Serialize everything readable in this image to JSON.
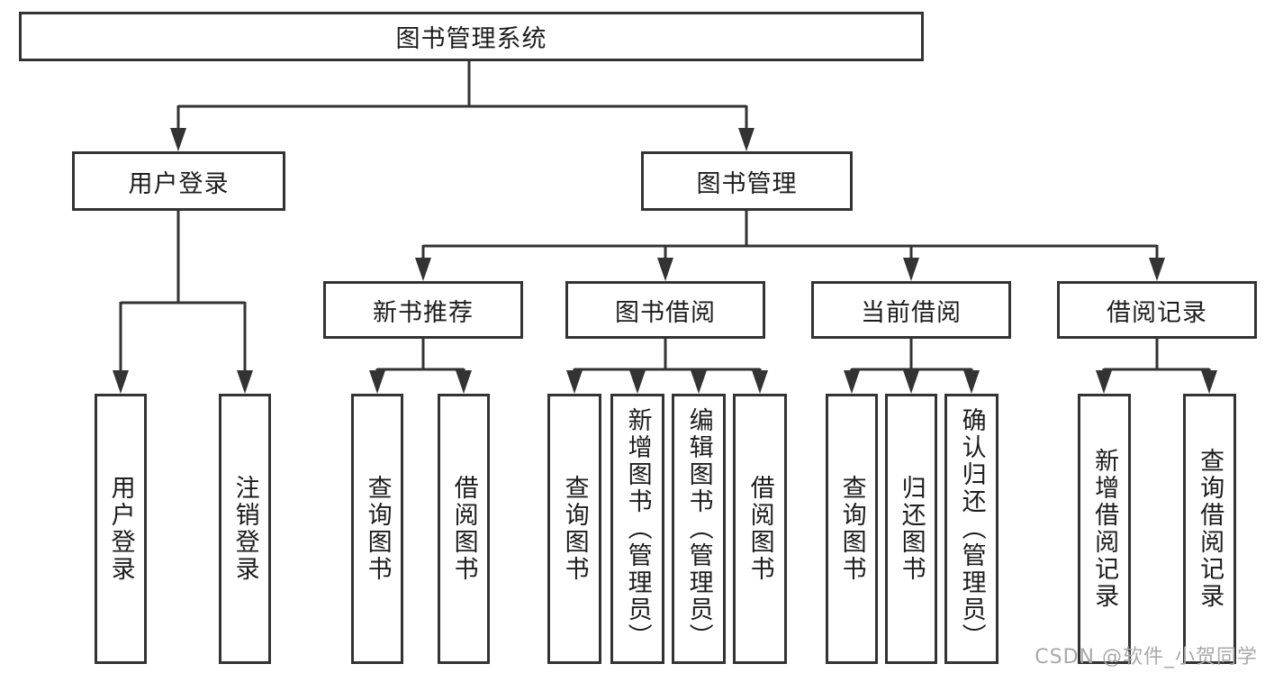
{
  "watermark": "CSDN @软件_小贺同学",
  "colors": {
    "line": "#333333",
    "box_border": "#333333",
    "text": "#1c1c1c",
    "background": "#ffffff",
    "watermark": "#a9a9a9"
  },
  "tree": {
    "label": "图书管理系统",
    "children": [
      {
        "label": "用户登录",
        "children": [
          {
            "label": "用户登录"
          },
          {
            "label": "注销登录"
          }
        ]
      },
      {
        "label": "图书管理",
        "children": [
          {
            "label": "新书推荐",
            "children": [
              {
                "label": "查询图书"
              },
              {
                "label": "借阅图书"
              }
            ]
          },
          {
            "label": "图书借阅",
            "children": [
              {
                "label": "查询图书"
              },
              {
                "label": "新增图书（管理员）"
              },
              {
                "label": "编辑图书（管理员）"
              },
              {
                "label": "借阅图书"
              }
            ]
          },
          {
            "label": "当前借阅",
            "children": [
              {
                "label": "查询图书"
              },
              {
                "label": "归还图书"
              },
              {
                "label": "确认归还（管理员）"
              }
            ]
          },
          {
            "label": "借阅记录",
            "children": [
              {
                "label": "新增借阅记录"
              },
              {
                "label": "查询借阅记录"
              }
            ]
          }
        ]
      }
    ]
  }
}
